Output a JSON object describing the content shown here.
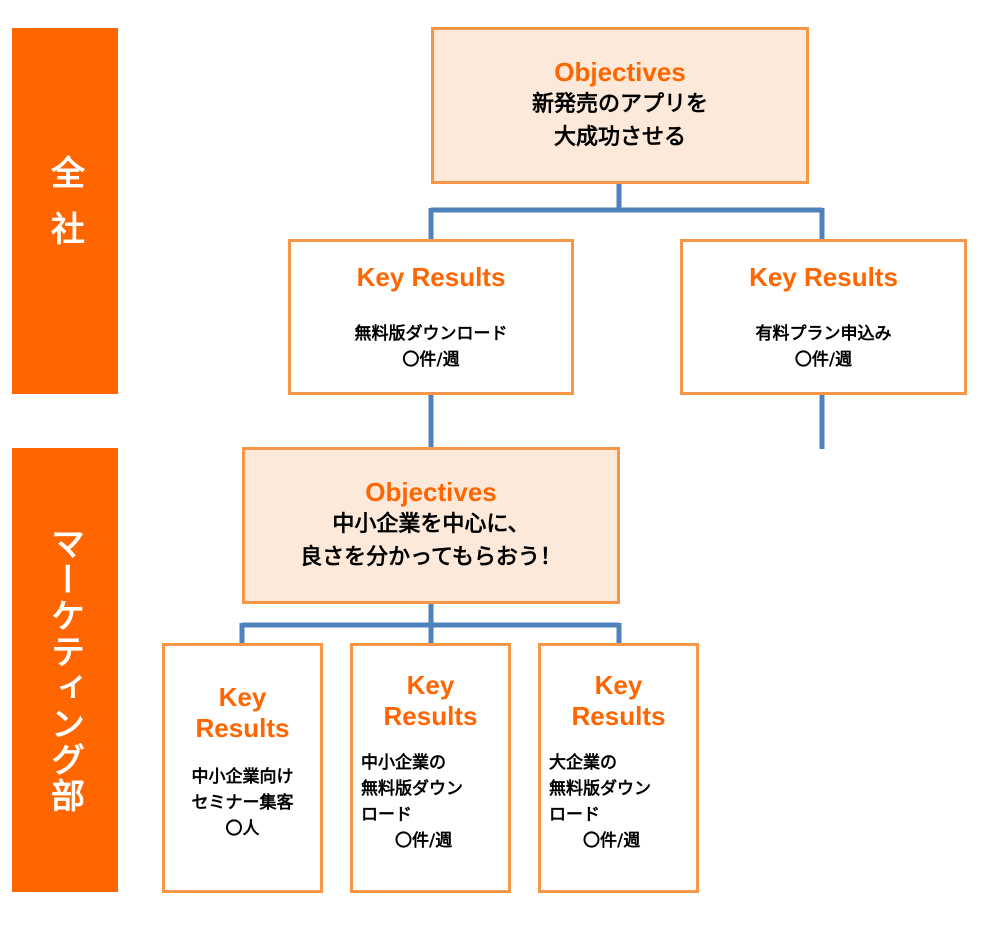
{
  "bands": {
    "company": "全社",
    "marketing": "マーケティング部"
  },
  "company_objective": {
    "title": "Objectives",
    "lines": [
      "新発売のアプリを",
      "大成功させる"
    ]
  },
  "company_key_results": [
    {
      "title": "Key Results",
      "lines": [
        "無料版ダウンロード",
        "〇件/週"
      ]
    },
    {
      "title": "Key Results",
      "lines": [
        "有料プラン申込み",
        "〇件/週"
      ]
    }
  ],
  "marketing_objective": {
    "title": "Objectives",
    "lines": [
      "中小企業を中心に、",
      "良さを分かってもらおう！"
    ]
  },
  "marketing_key_results": [
    {
      "title_lines": [
        "Key",
        "Results"
      ],
      "lines": [
        "中小企業向け",
        "セミナー集客",
        "〇人"
      ]
    },
    {
      "title_lines": [
        "Key",
        "Results"
      ],
      "lines": [
        "中小企業の",
        "無料版ダウン",
        "ロード",
        "〇件/週"
      ]
    },
    {
      "title_lines": [
        "Key",
        "Results"
      ],
      "lines": [
        "大企業の",
        "無料版ダウン",
        "ロード",
        "〇件/週"
      ]
    }
  ],
  "colors": {
    "accent": "#ff6600",
    "box_border": "#f79646",
    "objective_fill": "#fde9d9",
    "connector": "#4f81bd"
  }
}
